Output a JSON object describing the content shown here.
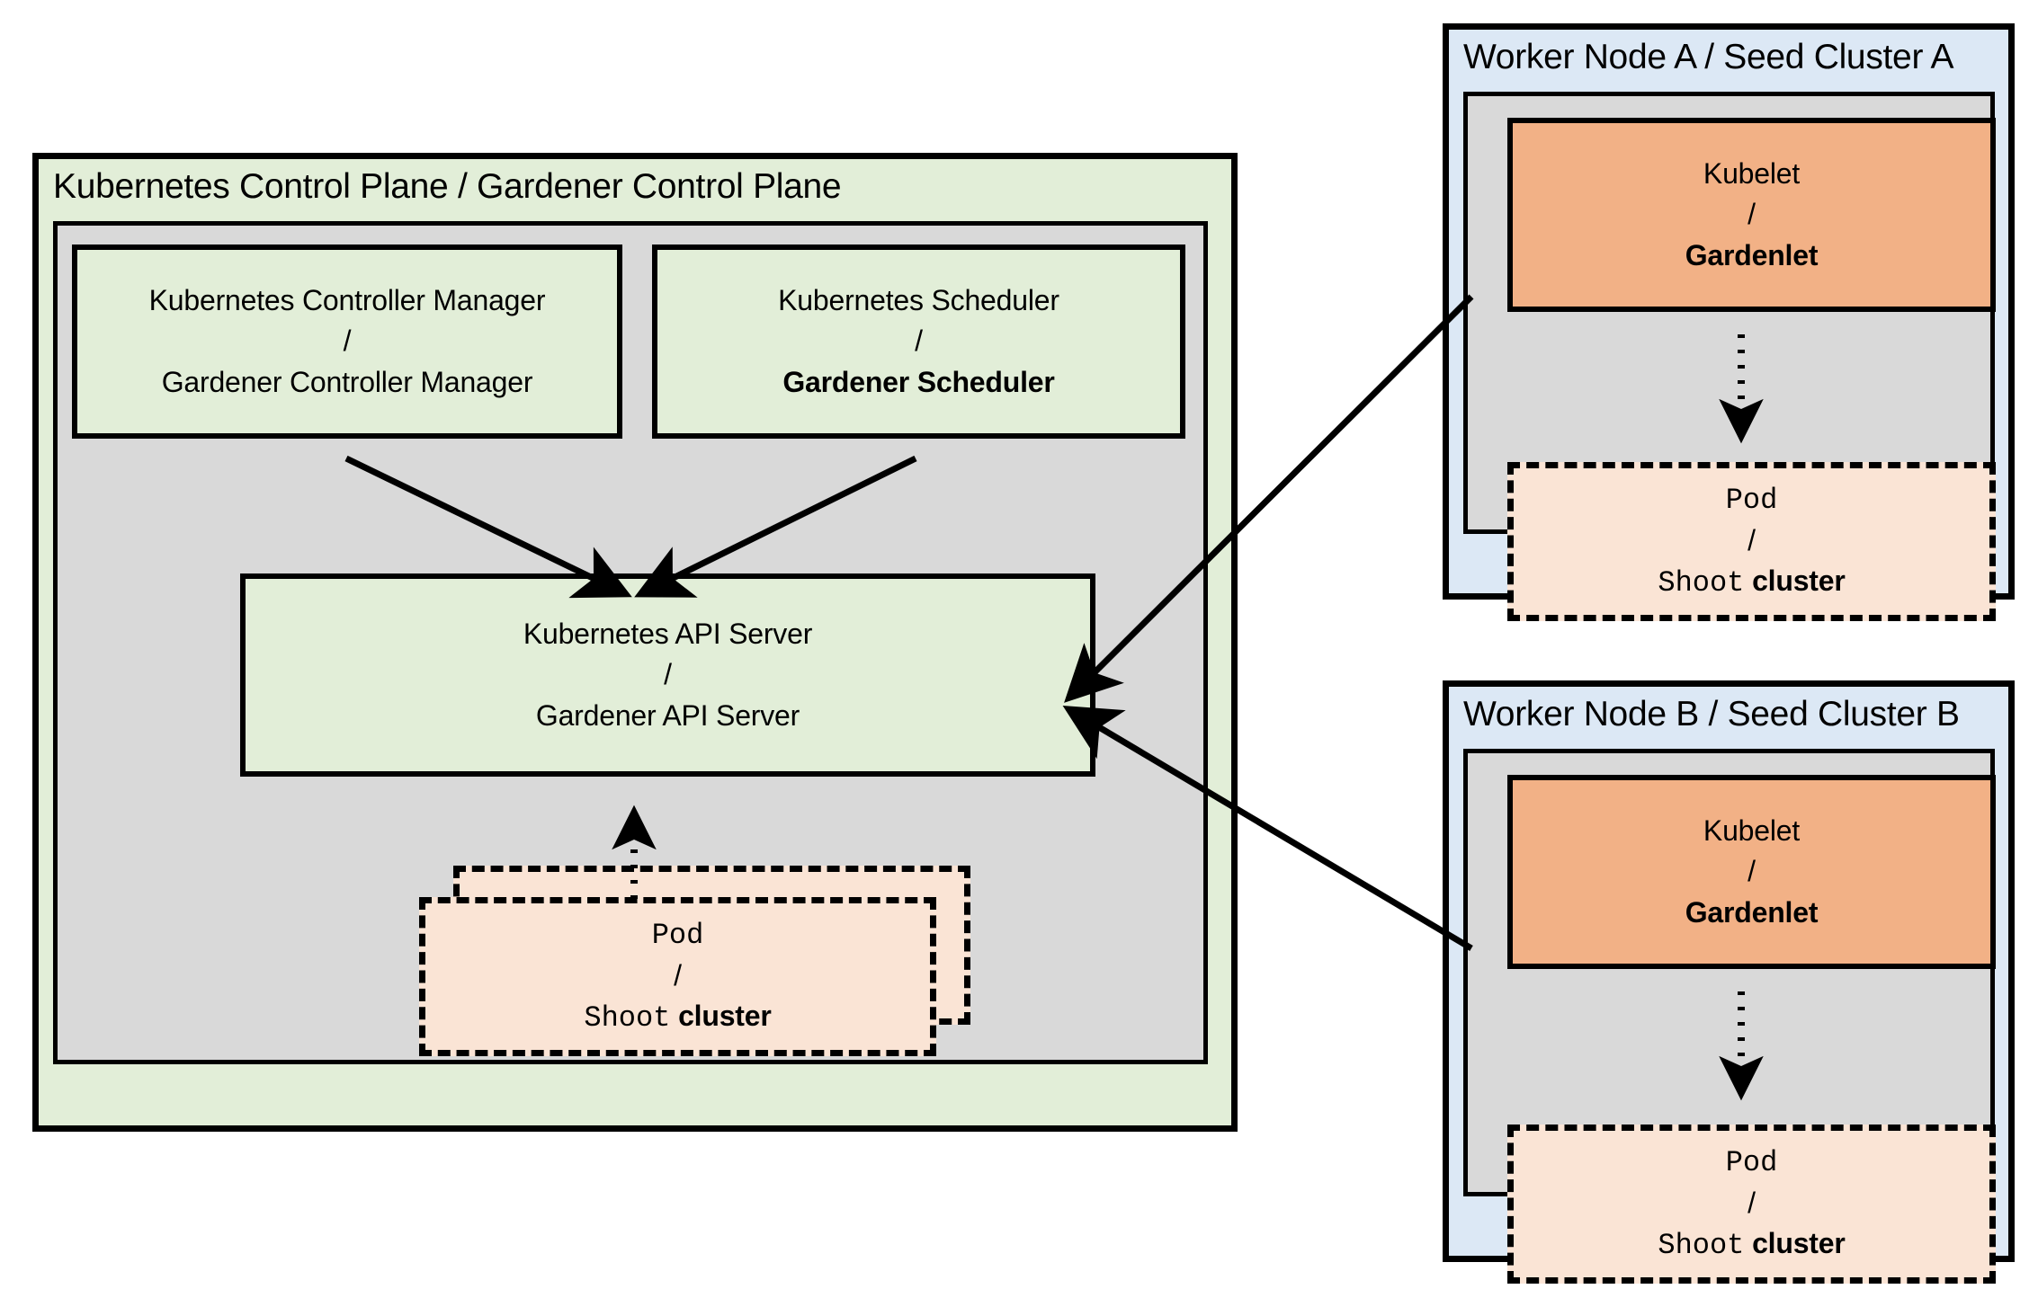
{
  "diagram": {
    "title_hidden": "Gardener architecture analogy to Kubernetes",
    "control_plane": {
      "title": "Kubernetes Control Plane / Gardener Control Plane",
      "controller_manager": {
        "line1": "Kubernetes Controller Manager",
        "separator": "/",
        "line2": "Gardener Controller Manager",
        "line2_bold": false
      },
      "scheduler": {
        "line1": "Kubernetes Scheduler",
        "separator": "/",
        "line2": "Gardener Scheduler",
        "line2_bold": true
      },
      "api_server": {
        "line1": "Kubernetes API Server",
        "separator": "/",
        "line2": "Gardener API Server",
        "line2_bold": false
      },
      "pod": {
        "line1": "Pod",
        "separator": "/",
        "line2_mono": "Shoot",
        "line2_bold": "cluster",
        "stacked": true
      }
    },
    "worker_nodes": [
      {
        "title": "Worker Node A / Seed Cluster A",
        "agent": {
          "line1": "Kubelet",
          "separator": "/",
          "line2": "Gardenlet",
          "line2_bold": true
        },
        "pod": {
          "line1": "Pod",
          "separator": "/",
          "line2_mono": "Shoot",
          "line2_bold": "cluster"
        }
      },
      {
        "title": "Worker Node B / Seed Cluster B",
        "agent": {
          "line1": "Kubelet",
          "separator": "/",
          "line2": "Gardenlet",
          "line2_bold": true
        },
        "pod": {
          "line1": "Pod",
          "separator": "/",
          "line2_mono": "Shoot",
          "line2_bold": "cluster"
        }
      }
    ],
    "colors": {
      "green_fill": "#e2eed8",
      "blue_fill": "#dce8f5",
      "gray_fill": "#d9d9d9",
      "orange_fill": "#f2b186",
      "pod_fill": "#fae4d5",
      "stroke": "#000000"
    },
    "connectors": [
      {
        "name": "controller-manager-to-api-server",
        "style": "solid-arrow"
      },
      {
        "name": "scheduler-to-api-server",
        "style": "solid-arrow"
      },
      {
        "name": "control-plane-pod-to-api-server",
        "style": "dotted-arrow"
      },
      {
        "name": "gardenlet-a-to-api-server",
        "style": "solid-arrow"
      },
      {
        "name": "gardenlet-b-to-api-server",
        "style": "solid-arrow"
      },
      {
        "name": "gardenlet-a-to-pod-a",
        "style": "dotted-arrow"
      },
      {
        "name": "gardenlet-b-to-pod-b",
        "style": "dotted-arrow"
      }
    ]
  }
}
